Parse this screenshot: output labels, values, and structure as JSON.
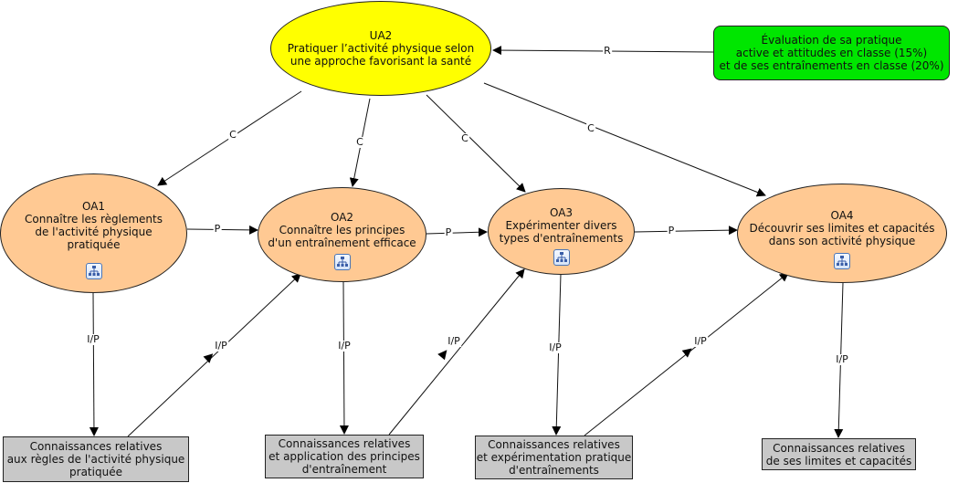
{
  "colors": {
    "ua_fill": "#ffff00",
    "oa_fill": "#ffc993",
    "evaluation_fill": "#00e600",
    "knowledge_fill": "#c8c8c8"
  },
  "nodes": {
    "ua2": {
      "title": "UA2",
      "lines": [
        "Pratiquer l’activité physique selon",
        "une approche favorisant la santé"
      ]
    },
    "evaluation": {
      "lines": [
        "Évaluation de sa pratique",
        "active et attitudes en classe (15%)",
        "et de ses entraînements en classe (20%)"
      ]
    },
    "oa1": {
      "title": "OA1",
      "lines": [
        "Connaître les règlements",
        "de l'activité physique",
        "pratiquée"
      ],
      "icon": "concept-map-icon"
    },
    "oa2": {
      "title": "OA2",
      "lines": [
        "Connaître les principes",
        "d'un entraînement efficace"
      ],
      "icon": "concept-map-icon"
    },
    "oa3": {
      "title": "OA3",
      "lines": [
        "Expérimenter divers",
        "types d'entraînements"
      ],
      "icon": "concept-map-icon"
    },
    "oa4": {
      "title": "OA4",
      "lines": [
        "Découvrir ses limites et capacités",
        "dans son activité physique"
      ],
      "icon": "concept-map-icon"
    },
    "k1": {
      "lines": [
        "Connaissances relatives",
        "aux règles de l'activité physique",
        "pratiquée"
      ]
    },
    "k2": {
      "lines": [
        "Connaissances relatives",
        "et application des principes",
        "d'entraînement"
      ]
    },
    "k3": {
      "lines": [
        "Connaissances relatives",
        "et expérimentation pratique",
        "d'entraînements"
      ]
    },
    "k4": {
      "lines": [
        "Connaissances relatives",
        "de ses limites et capacités"
      ]
    }
  },
  "edges": [
    {
      "from": "evaluation",
      "to": "ua2",
      "label": "R"
    },
    {
      "from": "ua2",
      "to": "oa1",
      "label": "C"
    },
    {
      "from": "ua2",
      "to": "oa2",
      "label": "C"
    },
    {
      "from": "ua2",
      "to": "oa3",
      "label": "C"
    },
    {
      "from": "ua2",
      "to": "oa4",
      "label": "C"
    },
    {
      "from": "oa1",
      "to": "oa2",
      "label": "P"
    },
    {
      "from": "oa2",
      "to": "oa3",
      "label": "P"
    },
    {
      "from": "oa3",
      "to": "oa4",
      "label": "P"
    },
    {
      "from": "oa1",
      "to": "k1",
      "label": "I/P"
    },
    {
      "from": "k1",
      "to": "oa2",
      "label": "I/P"
    },
    {
      "from": "oa2",
      "to": "k2",
      "label": "I/P"
    },
    {
      "from": "k2",
      "to": "oa3",
      "label": "I/P"
    },
    {
      "from": "oa3",
      "to": "k3",
      "label": "I/P"
    },
    {
      "from": "k3",
      "to": "oa4",
      "label": "I/P"
    },
    {
      "from": "oa4",
      "to": "k4",
      "label": "I/P"
    }
  ]
}
